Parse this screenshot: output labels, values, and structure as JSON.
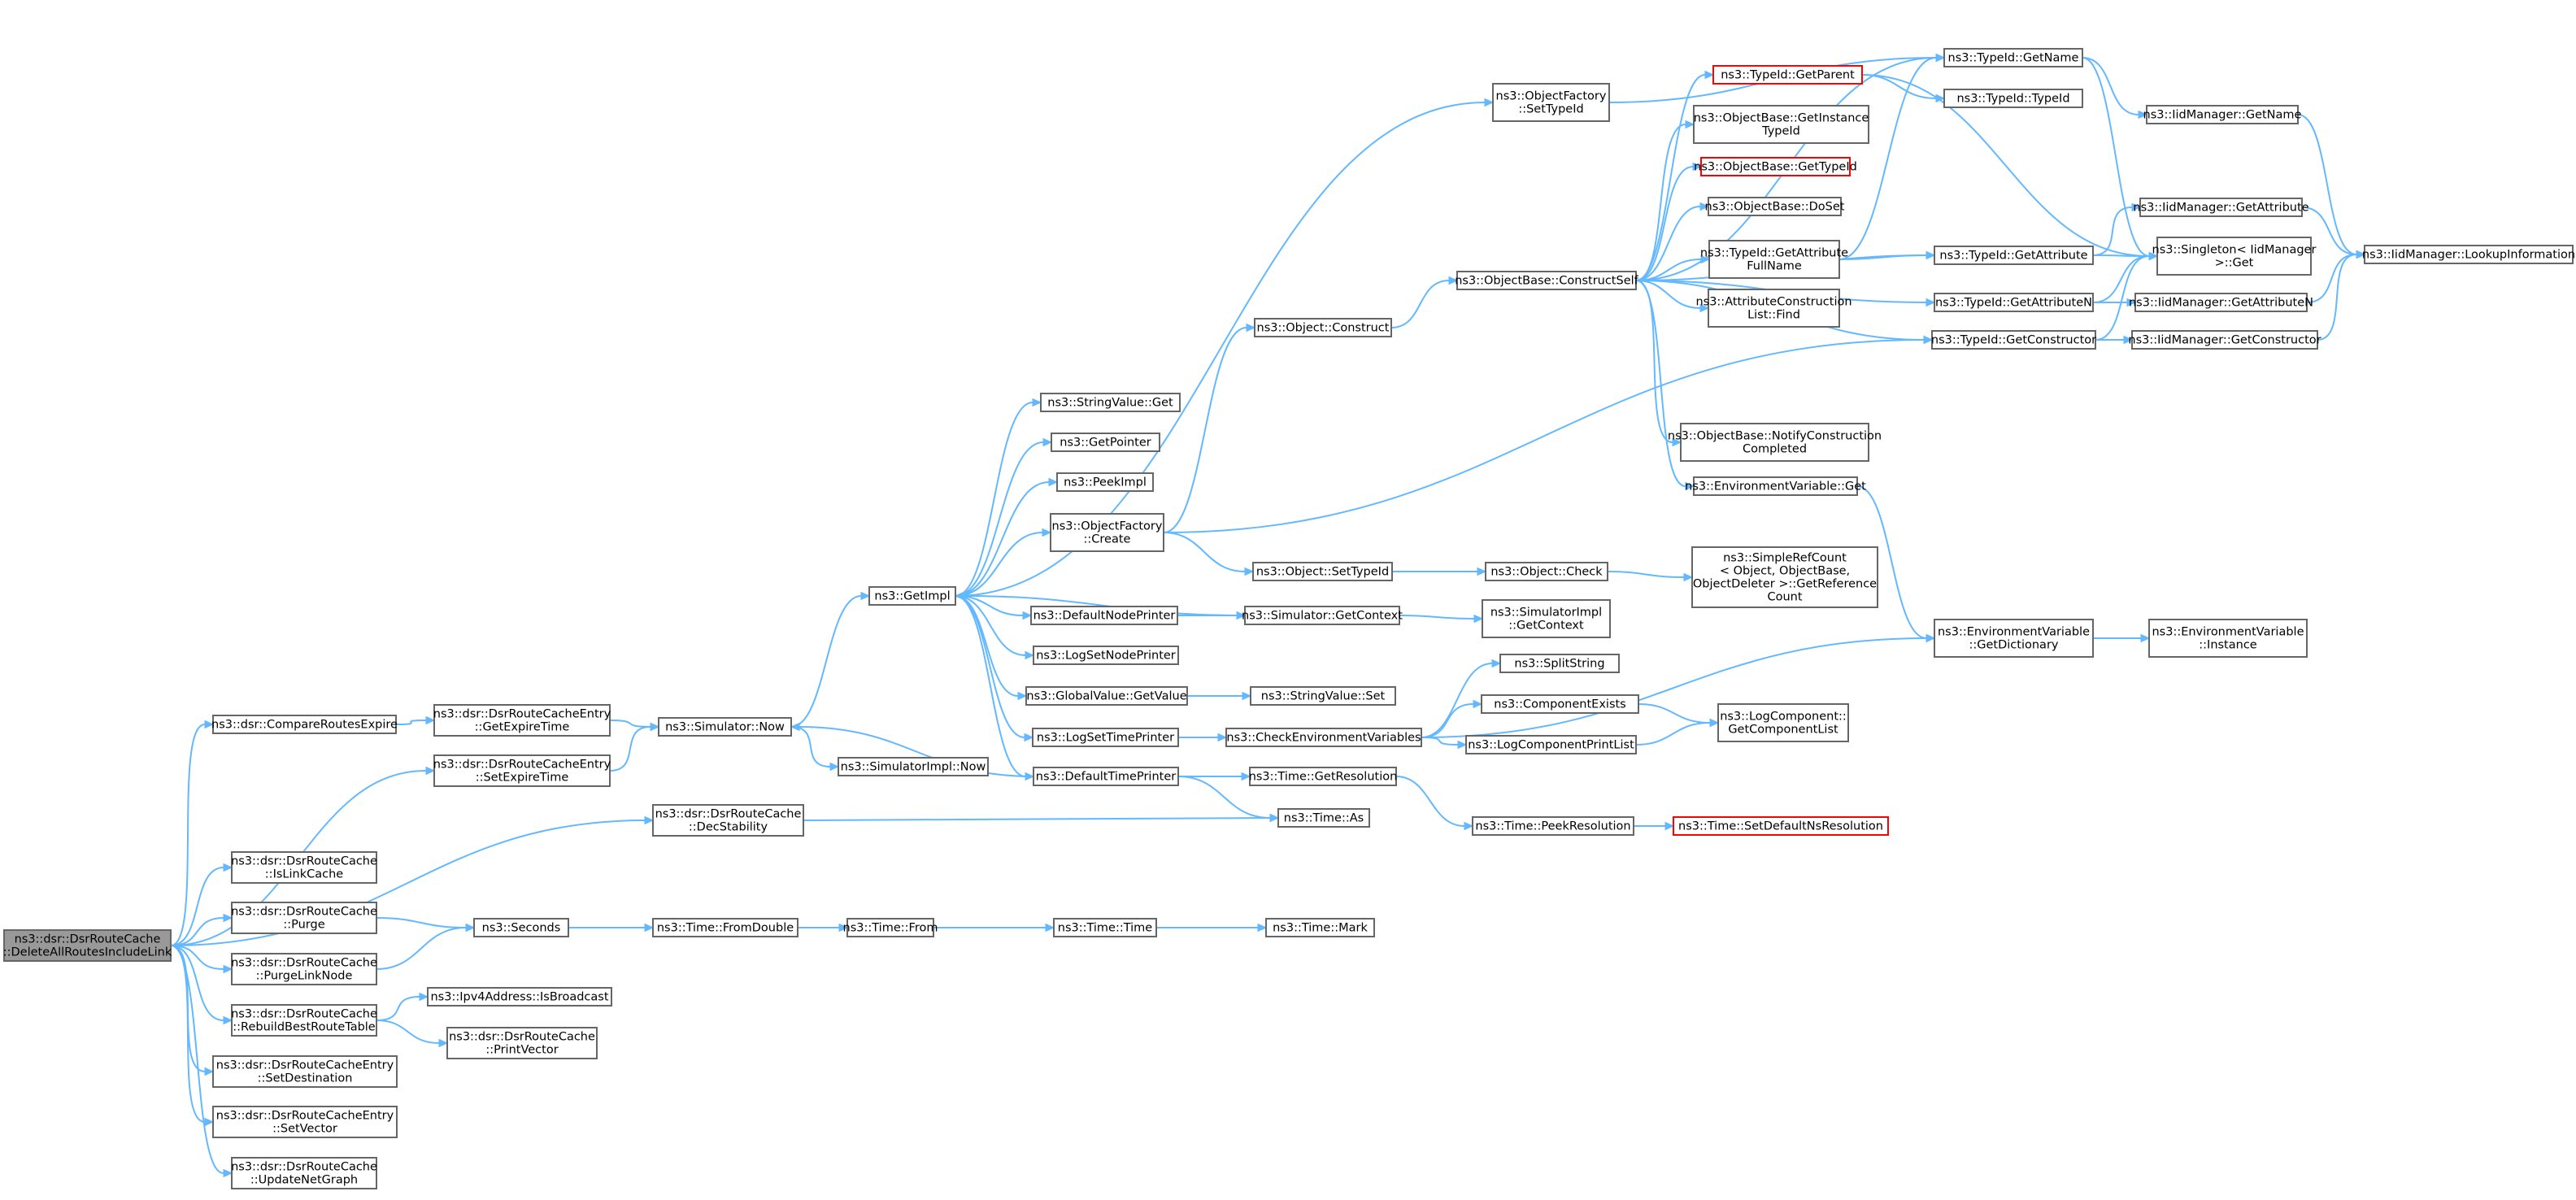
{
  "graph": {
    "root": "ns3::dsr::DsrRouteCache::DeleteAllRoutesIncludeLink",
    "nodes": [
      {
        "id": "n0",
        "lines": [
          "ns3::dsr::DsrRouteCache",
          "::DeleteAllRoutesIncludeLink"
        ],
        "style": "root"
      },
      {
        "id": "n1",
        "lines": [
          "ns3::dsr::CompareRoutesExpire"
        ]
      },
      {
        "id": "n2",
        "lines": [
          "ns3::dsr::DsrRouteCacheEntry",
          "::GetExpireTime"
        ]
      },
      {
        "id": "n3",
        "lines": [
          "ns3::dsr::DsrRouteCacheEntry",
          "::SetExpireTime"
        ]
      },
      {
        "id": "n4",
        "lines": [
          "ns3::Simulator::Now"
        ]
      },
      {
        "id": "n5",
        "lines": [
          "ns3::SimulatorImpl::Now"
        ]
      },
      {
        "id": "n6",
        "lines": [
          "ns3::GetImpl"
        ]
      },
      {
        "id": "n7",
        "lines": [
          "ns3::ObjectFactory",
          "::SetTypeId"
        ]
      },
      {
        "id": "n8",
        "lines": [
          "ns3::StringValue::Get"
        ]
      },
      {
        "id": "n9",
        "lines": [
          "ns3::GetPointer"
        ]
      },
      {
        "id": "n10",
        "lines": [
          "ns3::PeekImpl"
        ]
      },
      {
        "id": "n11",
        "lines": [
          "ns3::ObjectFactory",
          "::Create"
        ]
      },
      {
        "id": "n12",
        "lines": [
          "ns3::DefaultNodePrinter"
        ]
      },
      {
        "id": "n13",
        "lines": [
          "ns3::LogSetNodePrinter"
        ]
      },
      {
        "id": "n14",
        "lines": [
          "ns3::GlobalValue::GetValue"
        ]
      },
      {
        "id": "n15",
        "lines": [
          "ns3::LogSetTimePrinter"
        ]
      },
      {
        "id": "n16",
        "lines": [
          "ns3::DefaultTimePrinter"
        ]
      },
      {
        "id": "n17",
        "lines": [
          "ns3::Object::Construct"
        ]
      },
      {
        "id": "n18",
        "lines": [
          "ns3::Object::SetTypeId"
        ]
      },
      {
        "id": "n19",
        "lines": [
          "ns3::Simulator::GetContext"
        ]
      },
      {
        "id": "n20",
        "lines": [
          "ns3::StringValue::Set"
        ]
      },
      {
        "id": "n21",
        "lines": [
          "ns3::CheckEnvironmentVariables"
        ]
      },
      {
        "id": "n22",
        "lines": [
          "ns3::Time::GetResolution"
        ]
      },
      {
        "id": "n23",
        "lines": [
          "ns3::Time::As"
        ]
      },
      {
        "id": "n24",
        "lines": [
          "ns3::ObjectBase::ConstructSelf"
        ]
      },
      {
        "id": "n25",
        "lines": [
          "ns3::Object::Check"
        ]
      },
      {
        "id": "n26",
        "lines": [
          "ns3::SimulatorImpl",
          "::GetContext"
        ]
      },
      {
        "id": "n27",
        "lines": [
          "ns3::SplitString"
        ]
      },
      {
        "id": "n28",
        "lines": [
          "ns3::ComponentExists"
        ]
      },
      {
        "id": "n29",
        "lines": [
          "ns3::LogComponentPrintList"
        ]
      },
      {
        "id": "n30",
        "lines": [
          "ns3::Time::PeekResolution"
        ]
      },
      {
        "id": "n31",
        "lines": [
          "ns3::TypeId::GetParent"
        ],
        "style": "highlight"
      },
      {
        "id": "n32",
        "lines": [
          "ns3::ObjectBase::GetInstance",
          "TypeId"
        ]
      },
      {
        "id": "n33",
        "lines": [
          "ns3::ObjectBase::GetTypeId"
        ],
        "style": "highlight"
      },
      {
        "id": "n34",
        "lines": [
          "ns3::ObjectBase::DoSet"
        ]
      },
      {
        "id": "n35",
        "lines": [
          "ns3::TypeId::GetAttribute",
          "FullName"
        ]
      },
      {
        "id": "n36",
        "lines": [
          "ns3::AttributeConstruction",
          "List::Find"
        ]
      },
      {
        "id": "n37",
        "lines": [
          "ns3::ObjectBase::NotifyConstruction",
          "Completed"
        ]
      },
      {
        "id": "n38",
        "lines": [
          "ns3::EnvironmentVariable::Get"
        ]
      },
      {
        "id": "n39",
        "lines": [
          "ns3::SimpleRefCount",
          "< Object, ObjectBase,",
          "ObjectDeleter >::GetReference",
          "Count"
        ]
      },
      {
        "id": "n40",
        "lines": [
          "ns3::LogComponent::",
          "GetComponentList"
        ]
      },
      {
        "id": "n41",
        "lines": [
          "ns3::Time::SetDefaultNsResolution"
        ],
        "style": "highlight"
      },
      {
        "id": "n42",
        "lines": [
          "ns3::TypeId::GetName"
        ]
      },
      {
        "id": "n43",
        "lines": [
          "ns3::TypeId::TypeId"
        ]
      },
      {
        "id": "n44",
        "lines": [
          "ns3::TypeId::GetAttribute"
        ]
      },
      {
        "id": "n45",
        "lines": [
          "ns3::TypeId::GetAttributeN"
        ]
      },
      {
        "id": "n46",
        "lines": [
          "ns3::TypeId::GetConstructor"
        ]
      },
      {
        "id": "n47",
        "lines": [
          "ns3::EnvironmentVariable",
          "::GetDictionary"
        ]
      },
      {
        "id": "n48",
        "lines": [
          "ns3::IidManager::GetName"
        ]
      },
      {
        "id": "n49",
        "lines": [
          "ns3::IidManager::GetAttribute"
        ]
      },
      {
        "id": "n50",
        "lines": [
          "ns3::Singleton< IidManager",
          ">::Get"
        ]
      },
      {
        "id": "n51",
        "lines": [
          "ns3::IidManager::GetAttributeN"
        ]
      },
      {
        "id": "n52",
        "lines": [
          "ns3::IidManager::GetConstructor"
        ]
      },
      {
        "id": "n53",
        "lines": [
          "ns3::EnvironmentVariable",
          "::Instance"
        ]
      },
      {
        "id": "n54",
        "lines": [
          "ns3::IidManager::LookupInformation"
        ]
      },
      {
        "id": "n55",
        "lines": [
          "ns3::dsr::DsrRouteCache",
          "::DecStability"
        ]
      },
      {
        "id": "n56",
        "lines": [
          "ns3::dsr::DsrRouteCache",
          "::IsLinkCache"
        ]
      },
      {
        "id": "n57",
        "lines": [
          "ns3::dsr::DsrRouteCache",
          "::Purge"
        ]
      },
      {
        "id": "n58",
        "lines": [
          "ns3::dsr::DsrRouteCache",
          "::PurgeLinkNode"
        ]
      },
      {
        "id": "n59",
        "lines": [
          "ns3::Seconds"
        ]
      },
      {
        "id": "n60",
        "lines": [
          "ns3::Time::FromDouble"
        ]
      },
      {
        "id": "n61",
        "lines": [
          "ns3::Time::From"
        ]
      },
      {
        "id": "n62",
        "lines": [
          "ns3::Time::Time"
        ]
      },
      {
        "id": "n63",
        "lines": [
          "ns3::Time::Mark"
        ]
      },
      {
        "id": "n64",
        "lines": [
          "ns3::dsr::DsrRouteCache",
          "::RebuildBestRouteTable"
        ]
      },
      {
        "id": "n65",
        "lines": [
          "ns3::Ipv4Address::IsBroadcast"
        ]
      },
      {
        "id": "n66",
        "lines": [
          "ns3::dsr::DsrRouteCache",
          "::PrintVector"
        ]
      },
      {
        "id": "n67",
        "lines": [
          "ns3::dsr::DsrRouteCacheEntry",
          "::SetDestination"
        ]
      },
      {
        "id": "n68",
        "lines": [
          "ns3::dsr::DsrRouteCacheEntry",
          "::SetVector"
        ]
      },
      {
        "id": "n69",
        "lines": [
          "ns3::dsr::DsrRouteCache",
          "::UpdateNetGraph"
        ]
      }
    ],
    "edges": [
      [
        "n0",
        "n1"
      ],
      [
        "n0",
        "n3"
      ],
      [
        "n0",
        "n55"
      ],
      [
        "n0",
        "n56"
      ],
      [
        "n0",
        "n57"
      ],
      [
        "n0",
        "n58"
      ],
      [
        "n0",
        "n64"
      ],
      [
        "n0",
        "n67"
      ],
      [
        "n0",
        "n68"
      ],
      [
        "n0",
        "n69"
      ],
      [
        "n1",
        "n2"
      ],
      [
        "n2",
        "n4"
      ],
      [
        "n3",
        "n4"
      ],
      [
        "n4",
        "n5"
      ],
      [
        "n4",
        "n6"
      ],
      [
        "n6",
        "n7"
      ],
      [
        "n6",
        "n8"
      ],
      [
        "n6",
        "n9"
      ],
      [
        "n6",
        "n10"
      ],
      [
        "n6",
        "n11"
      ],
      [
        "n6",
        "n12"
      ],
      [
        "n6",
        "n13"
      ],
      [
        "n6",
        "n14"
      ],
      [
        "n6",
        "n15"
      ],
      [
        "n6",
        "n16"
      ],
      [
        "n7",
        "n42"
      ],
      [
        "n11",
        "n17"
      ],
      [
        "n11",
        "n18"
      ],
      [
        "n11",
        "n46"
      ],
      [
        "n12",
        "n19"
      ],
      [
        "n19",
        "n6"
      ],
      [
        "n19",
        "n26"
      ],
      [
        "n14",
        "n20"
      ],
      [
        "n15",
        "n21"
      ],
      [
        "n16",
        "n4"
      ],
      [
        "n16",
        "n22"
      ],
      [
        "n16",
        "n23"
      ],
      [
        "n17",
        "n24"
      ],
      [
        "n18",
        "n25"
      ],
      [
        "n25",
        "n39"
      ],
      [
        "n21",
        "n27"
      ],
      [
        "n21",
        "n28"
      ],
      [
        "n21",
        "n29"
      ],
      [
        "n21",
        "n47"
      ],
      [
        "n28",
        "n40"
      ],
      [
        "n29",
        "n40"
      ],
      [
        "n22",
        "n30"
      ],
      [
        "n30",
        "n41"
      ],
      [
        "n55",
        "n23"
      ],
      [
        "n24",
        "n31"
      ],
      [
        "n24",
        "n32"
      ],
      [
        "n24",
        "n33"
      ],
      [
        "n24",
        "n34"
      ],
      [
        "n24",
        "n35"
      ],
      [
        "n24",
        "n36"
      ],
      [
        "n24",
        "n37"
      ],
      [
        "n24",
        "n38"
      ],
      [
        "n24",
        "n42"
      ],
      [
        "n24",
        "n44"
      ],
      [
        "n24",
        "n45"
      ],
      [
        "n24",
        "n46"
      ],
      [
        "n31",
        "n43"
      ],
      [
        "n31",
        "n50"
      ],
      [
        "n35",
        "n42"
      ],
      [
        "n35",
        "n44"
      ],
      [
        "n38",
        "n47"
      ],
      [
        "n47",
        "n53"
      ],
      [
        "n42",
        "n48"
      ],
      [
        "n42",
        "n50"
      ],
      [
        "n48",
        "n54"
      ],
      [
        "n44",
        "n49"
      ],
      [
        "n44",
        "n50"
      ],
      [
        "n49",
        "n54"
      ],
      [
        "n45",
        "n51"
      ],
      [
        "n45",
        "n50"
      ],
      [
        "n51",
        "n54"
      ],
      [
        "n46",
        "n52"
      ],
      [
        "n46",
        "n50"
      ],
      [
        "n52",
        "n54"
      ],
      [
        "n57",
        "n59"
      ],
      [
        "n58",
        "n59"
      ],
      [
        "n59",
        "n60"
      ],
      [
        "n60",
        "n61"
      ],
      [
        "n61",
        "n62"
      ],
      [
        "n62",
        "n63"
      ],
      [
        "n64",
        "n65"
      ],
      [
        "n64",
        "n66"
      ]
    ]
  }
}
